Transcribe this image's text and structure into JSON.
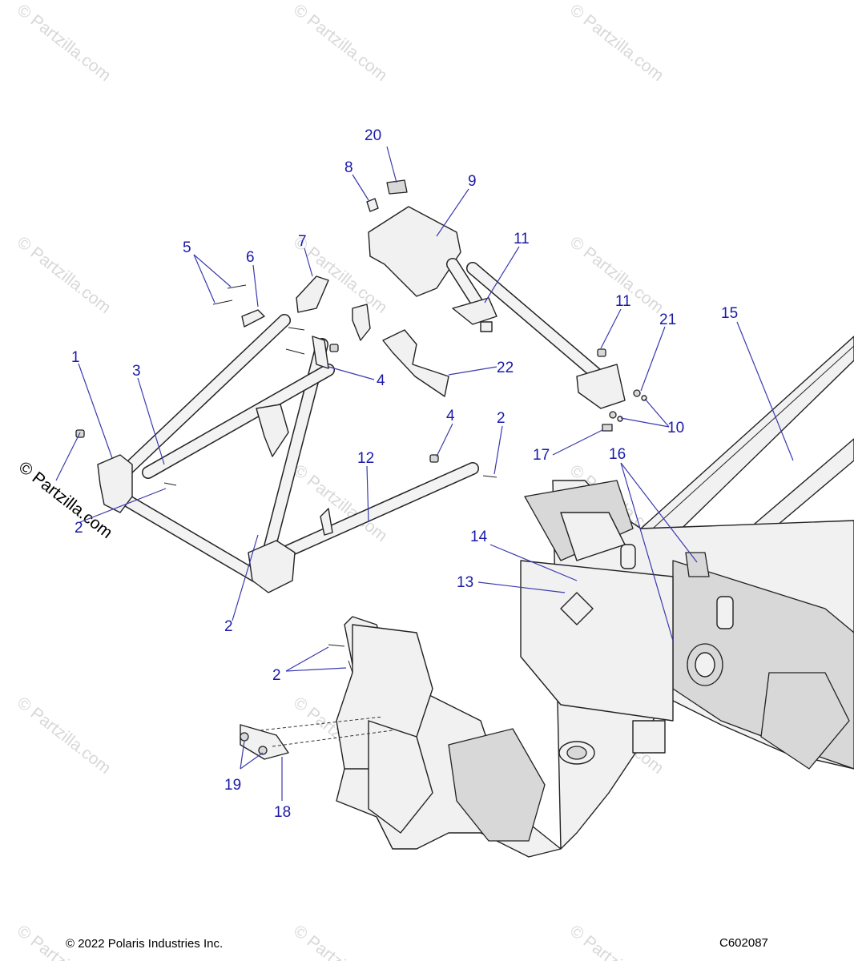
{
  "watermark": "© Partzilla.com",
  "callouts": [
    {
      "id": "c-20",
      "text": "20"
    },
    {
      "id": "c-8",
      "text": "8"
    },
    {
      "id": "c-9",
      "text": "9"
    },
    {
      "id": "c-7",
      "text": "7"
    },
    {
      "id": "c-5",
      "text": "5"
    },
    {
      "id": "c-6",
      "text": "6"
    },
    {
      "id": "c-11a",
      "text": "11"
    },
    {
      "id": "c-11b",
      "text": "11"
    },
    {
      "id": "c-21",
      "text": "21"
    },
    {
      "id": "c-15",
      "text": "15"
    },
    {
      "id": "c-1",
      "text": "1"
    },
    {
      "id": "c-3",
      "text": "3"
    },
    {
      "id": "c-4a",
      "text": "4"
    },
    {
      "id": "c-22",
      "text": "22"
    },
    {
      "id": "c-4b",
      "text": "4"
    },
    {
      "id": "c-2a",
      "text": "2"
    },
    {
      "id": "c-10",
      "text": "10"
    },
    {
      "id": "c-12",
      "text": "12"
    },
    {
      "id": "c-17",
      "text": "17"
    },
    {
      "id": "c-16",
      "text": "16"
    },
    {
      "id": "c-2b",
      "text": "2"
    },
    {
      "id": "c-14",
      "text": "14"
    },
    {
      "id": "c-13",
      "text": "13"
    },
    {
      "id": "c-2c",
      "text": "2"
    },
    {
      "id": "c-2d",
      "text": "2"
    },
    {
      "id": "c-19",
      "text": "19"
    },
    {
      "id": "c-18",
      "text": "18"
    }
  ],
  "footer": {
    "copyright": "© 2022 Polaris Industries Inc.",
    "code": "C602087"
  }
}
